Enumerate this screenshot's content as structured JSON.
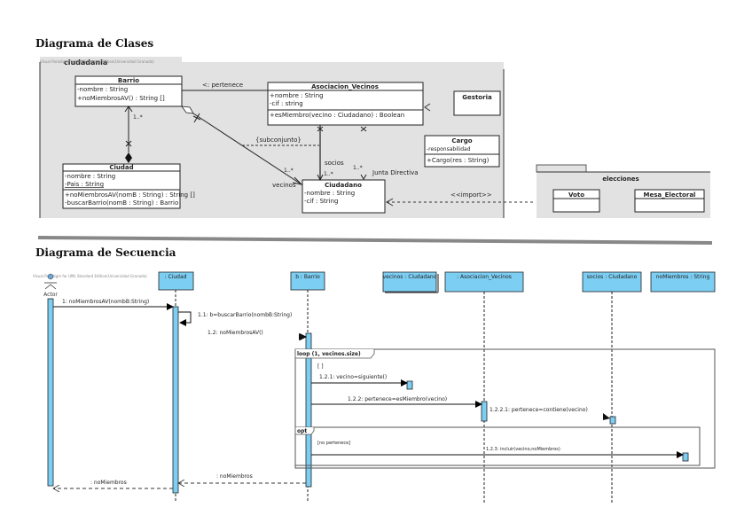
{
  "titles": {
    "class_diagram": "Diagrama de Clases",
    "sequence_diagram": "Diagrama de Secuencia"
  },
  "watermarks": {
    "class": "Visual Paradigm for UML Standard Edition(Universidad Granada)",
    "sequence": "Visual Paradigm for UML Standard Edition(Universidad Granada)"
  },
  "colors": {
    "package_fill": "#e2e2e2",
    "lifeline_fill": "#7dcef3",
    "separator": "#888888"
  },
  "class_diagram": {
    "packages": {
      "ciudadania": "ciudadania",
      "elecciones": "elecciones"
    },
    "classes": {
      "barrio": {
        "name": "Barrio",
        "attributes": [
          "-nombre : String"
        ],
        "operations": [
          "+noMiembrosAV() : String []"
        ]
      },
      "asociacion": {
        "name": "Asociacion_Vecinos",
        "attributes": [
          "+nombre : String",
          "-cif : string"
        ],
        "operations": [
          "+esMiembro(vecino : Ciudadano) : Boolean"
        ]
      },
      "gestoria": {
        "name": "Gestoria"
      },
      "cargo": {
        "name": "Cargo",
        "attributes": [
          "-responsabilidad"
        ],
        "operations": [
          "+Cargo(res : String)"
        ]
      },
      "ciudad": {
        "name": "Ciudad",
        "attributes": [
          "-nombre : String",
          "-Pais : String"
        ],
        "operations": [
          "+noMiembrosAV(nomB : String) : String []",
          "-buscarBarrio(nomB : String) : Barrio"
        ]
      },
      "ciudadano": {
        "name": "Ciudadano",
        "attributes": [
          "-nombre : String",
          "-cif : String"
        ]
      },
      "voto": {
        "name": "Voto"
      },
      "mesa": {
        "name": "Mesa_Electoral"
      }
    },
    "labels": {
      "pertenece": "<: pertenece",
      "mult_barrio": "1..*",
      "subconjunto": "{subconjunto}",
      "mult_vecinos": "1..*",
      "vecinos": "vecinos",
      "socios": "socios",
      "mult_socios": "1..*",
      "mult_junta": "1..*",
      "junta": "Junta Directiva",
      "import": "<<import>>"
    }
  },
  "sequence_diagram": {
    "actor": "Actor",
    "lifelines": [
      {
        "id": "ciudad",
        "label": ": Ciudad"
      },
      {
        "id": "barrio",
        "label": "b : Barrio"
      },
      {
        "id": "vecinos",
        "label": "vecinos : Ciudadano"
      },
      {
        "id": "asociacion",
        "label": ": Asociacion_Vecinos"
      },
      {
        "id": "socios",
        "label": "socios : Ciudadano"
      },
      {
        "id": "nomiembros",
        "label": "noMiembros : String"
      }
    ],
    "messages": {
      "m1": "1: noMiembrosAV(nombB:String)",
      "m11": "1.1: b=buscarBarrio(nombB:String)",
      "m12": "1.2: noMiembrosAV()",
      "m121": "1.2.1: vecino=siguiente()",
      "m122": "1.2.2: pertenece=esMiembro(vecino)",
      "m1221": "1.2.2.1: pertenece=contiene(vecino)",
      "m123": "1.2.3: incluir(vecino,noMiembros)",
      "r1": ": noMiembros",
      "r2": ": noMiembros"
    },
    "fragments": {
      "loop": "loop (1, vecinos.size)",
      "loop_guard": "[ ]",
      "opt": "opt",
      "opt_guard": "[no pertenece]"
    }
  }
}
